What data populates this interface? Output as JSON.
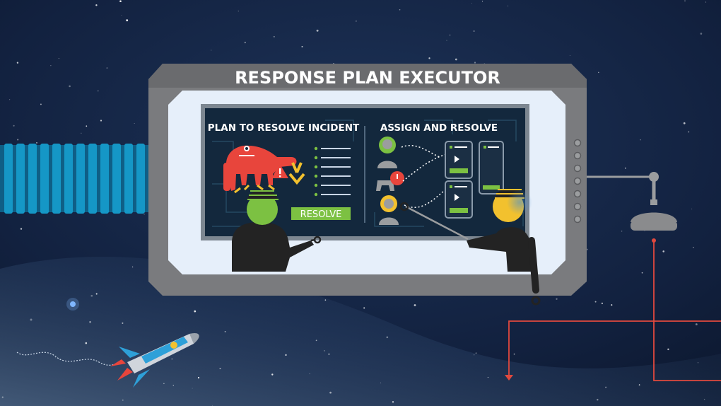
{
  "title": "RESPONSE PLAN EXECUTOR",
  "left_panel": {
    "heading": "PLAN TO RESOLVE INCIDENT",
    "resolve_button_label": "RESOLVE"
  },
  "right_panel": {
    "heading": "ASSIGN AND RESOLVE"
  },
  "colors": {
    "space": "#0d1830",
    "frame": "#7a7b7e",
    "bezel": "#e6effa",
    "screen": "#13283d",
    "accent_green": "#7cc142",
    "monster_red": "#e8453c",
    "cable_blue": "#1597c6",
    "wire_red": "#e0493e",
    "yellow": "#f2c12e"
  },
  "icons": [
    "monster-icon",
    "robot-claw-icon",
    "warning-icon",
    "avatar-icon",
    "phone-card-icon",
    "rocket-icon",
    "lamp-icon"
  ]
}
